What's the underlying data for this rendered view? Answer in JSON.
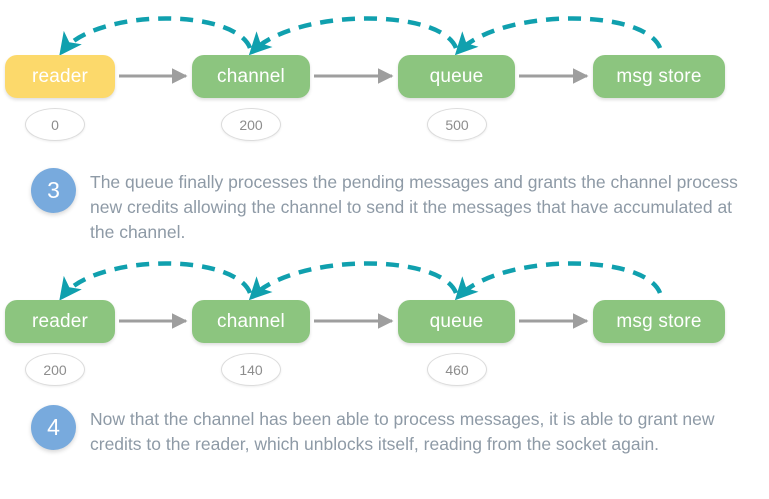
{
  "colors": {
    "green": "#8cc57f",
    "yellow": "#fcd96b",
    "teal_arc": "#10a0ae",
    "gray_arrow": "#9e9e9e",
    "step_circle": "#78aadd",
    "body_text": "#8e9aa6",
    "badge_text": "#8d8d8d",
    "background": "#ffffff"
  },
  "diagram_rows": [
    {
      "id": "row-1",
      "nodes": [
        {
          "label": "reader",
          "color": "yellow",
          "credit": "0"
        },
        {
          "label": "channel",
          "color": "green",
          "credit": "200"
        },
        {
          "label": "queue",
          "color": "green",
          "credit": "500"
        },
        {
          "label": "msg store",
          "color": "green",
          "credit": null
        }
      ],
      "flow_arrows": [
        {
          "from": "reader",
          "to": "channel"
        },
        {
          "from": "channel",
          "to": "queue"
        },
        {
          "from": "queue",
          "to": "msg store"
        }
      ],
      "credit_arcs": [
        {
          "from": "channel",
          "to": "reader"
        },
        {
          "from": "queue",
          "to": "channel"
        },
        {
          "from": "msg store",
          "to": "queue"
        }
      ]
    },
    {
      "id": "row-2",
      "nodes": [
        {
          "label": "reader",
          "color": "green",
          "credit": "200"
        },
        {
          "label": "channel",
          "color": "green",
          "credit": "140"
        },
        {
          "label": "queue",
          "color": "green",
          "credit": "460"
        },
        {
          "label": "msg store",
          "color": "green",
          "credit": null
        }
      ],
      "flow_arrows": [
        {
          "from": "reader",
          "to": "channel"
        },
        {
          "from": "channel",
          "to": "queue"
        },
        {
          "from": "queue",
          "to": "msg store"
        }
      ],
      "credit_arcs": [
        {
          "from": "channel",
          "to": "reader"
        },
        {
          "from": "queue",
          "to": "channel"
        },
        {
          "from": "msg store",
          "to": "queue"
        }
      ]
    }
  ],
  "steps": [
    {
      "number": "3",
      "text": "The queue finally processes the pending messages and grants the channel process new credits allowing the channel to send it the messages that have accumulated at the channel."
    },
    {
      "number": "4",
      "text": "Now that the channel has been able to process messages, it is able to grant new credits to the reader, which unblocks itself, reading from the socket again."
    }
  ]
}
